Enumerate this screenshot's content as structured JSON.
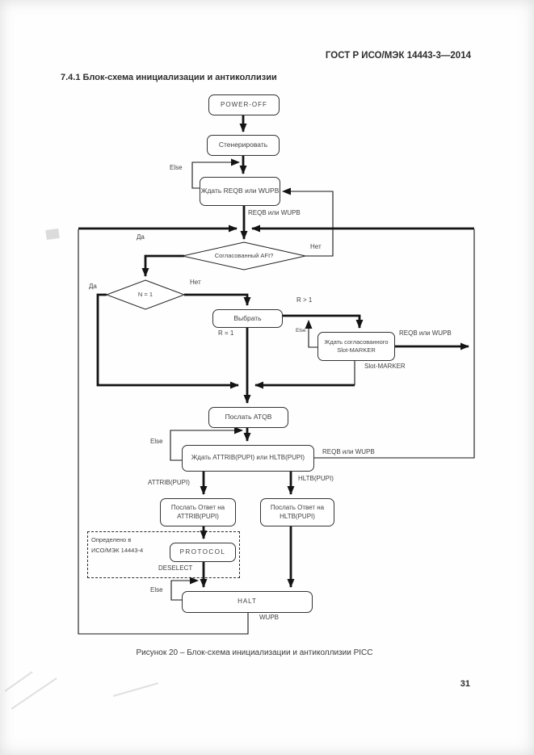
{
  "page": {
    "header": "ГОСТ Р ИСО/МЭК 14443-3—2014",
    "section_heading": "7.4.1  Блок-схема инициализации и антиколлизии",
    "caption": "Рисунок 20 – Блок-схема инициализации и антиколлизии PICC",
    "page_number": "31"
  },
  "flowchart": {
    "nodes": {
      "power_off": "POWER-OFF",
      "generate": "Стенерировать",
      "wait_reqb": "Ждать REQB или WUPB",
      "afi_decision": "Согласованный AFI?",
      "n_decision": "N = 1",
      "select": "Выбрать",
      "wait_slot_line1": "Ждать  согласованного",
      "wait_slot_line2": "Slot-MARKER",
      "send_atqb": "Послать ATQB",
      "wait_attrib": "Ждать ATTRIB(PUPI) или HLTB(PUPI)",
      "send_attrib_line1": "Послать Ответ на",
      "send_attrib_line2": "ATTRIB(PUPI)",
      "send_hltb_line1": "Послать Ответ на",
      "send_hltb_line2": "HLTB(PUPI)",
      "protocol": "PROTOCOL",
      "halt": "HALT"
    },
    "labels": {
      "else1": "Else",
      "else2": "Else",
      "else3": "Else",
      "else4": "Else",
      "reqb_wupb_top": "REQB или WUPB",
      "reqb_wupb_right": "REQB или WUPB",
      "reqb_wupb_mid": "REQB или WUPB",
      "yes_afi": "Да",
      "no_afi": "Нет",
      "yes_n": "Да",
      "no_n": "Нет",
      "r_gt_1": "R > 1",
      "r_eq_1": "R = 1",
      "slot_marker": "Slot-MARKER",
      "attrib_pupi": "ATTRIB(PUPI)",
      "hltb_pupi": "HLTB(PUPI)",
      "defined_line1": "Определено в",
      "defined_line2": "ИСО/МЭК 14443-4",
      "deselect": "DESELECT",
      "wupb": "WUPB"
    },
    "colors": {
      "line": "#141414",
      "box_border": "#333333",
      "text": "#3f3f3f"
    }
  }
}
